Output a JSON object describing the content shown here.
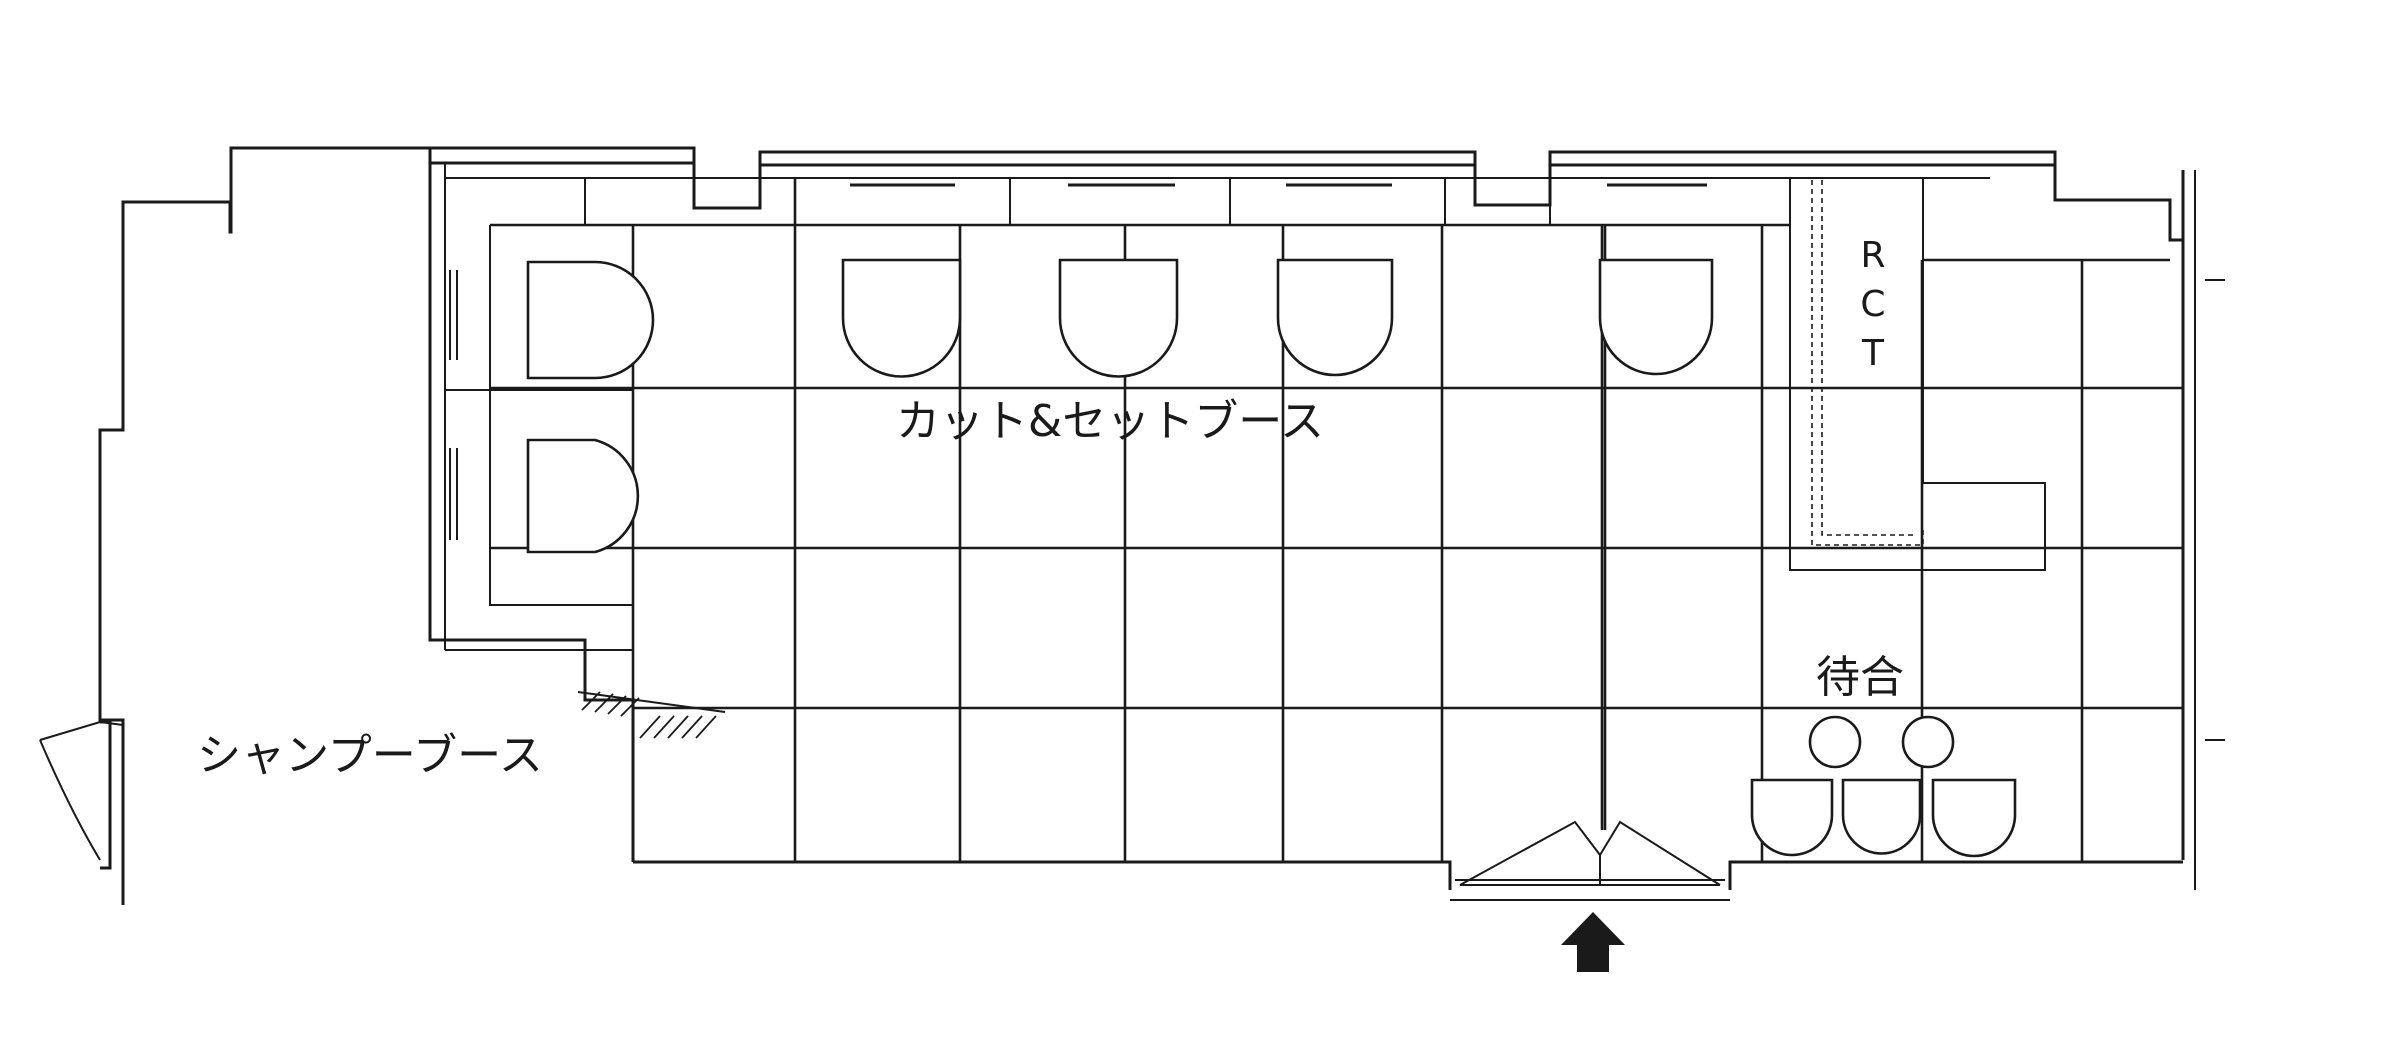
{
  "labels": {
    "cut_set_booth": "カット&セットブース",
    "shampoo_booth": "シャンプーブース",
    "waiting": "待合",
    "reception_counter": "RCT"
  },
  "icons": {
    "entrance_arrow": "up-arrow-icon"
  },
  "colors": {
    "ink": "#1a1a1a",
    "paper": "#ffffff"
  }
}
